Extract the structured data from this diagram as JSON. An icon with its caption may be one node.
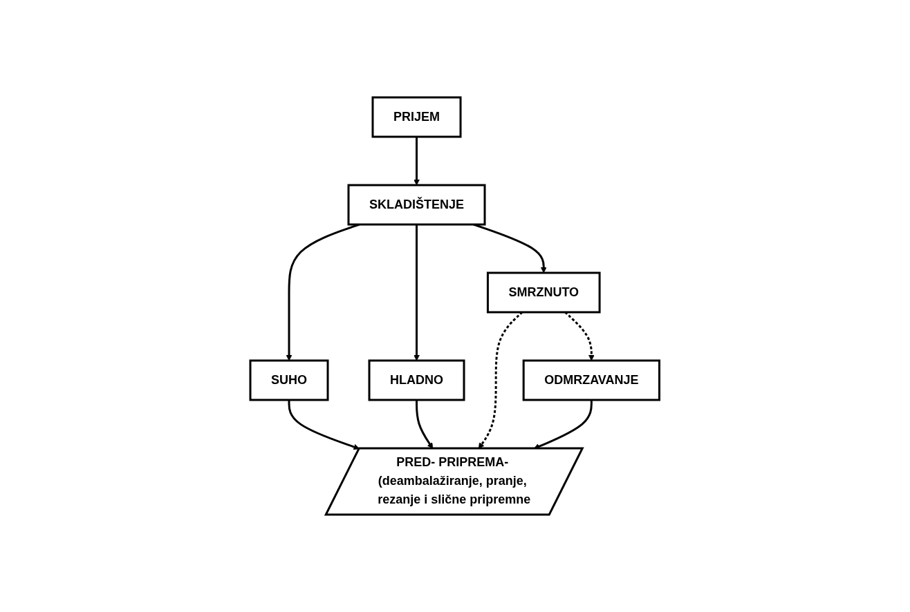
{
  "diagram": {
    "nodes": [
      {
        "text": [
          "PRIJEM"
        ]
      },
      {
        "text": [
          "SKLADIŠTENJE"
        ]
      },
      {
        "text": [
          "SUHO"
        ]
      },
      {
        "text": [
          "HLADNO"
        ]
      },
      {
        "text": [
          "SMRZNUTO"
        ]
      },
      {
        "text": [
          "PRED- PRIPREMA- (deambalažiranje, pranje, rezanje i slične pripremne"
        ]
      },
      {
        "text": [
          "ODMRZAVANJE"
        ]
      }
    ],
    "edges": [
      {
        "from": 0,
        "to": 1,
        "arrow": "to"
      },
      {
        "from": 1,
        "to": 2,
        "arrow": "to"
      },
      {
        "from": 1,
        "to": 3,
        "arrow": "to"
      },
      {
        "from": 1,
        "to": 4,
        "arrow": "to"
      },
      {
        "from": 2,
        "to": 5,
        "arrow": "to"
      },
      {
        "from": 3,
        "to": 5,
        "arrow": "to"
      },
      {
        "from": 4,
        "to": 5,
        "arrow": "to",
        "style": "dashed"
      },
      {
        "from": 4,
        "to": 6,
        "arrow": "to",
        "style": "dashed"
      },
      {
        "from": 6,
        "to": 5,
        "arrow": "to"
      }
    ]
  }
}
